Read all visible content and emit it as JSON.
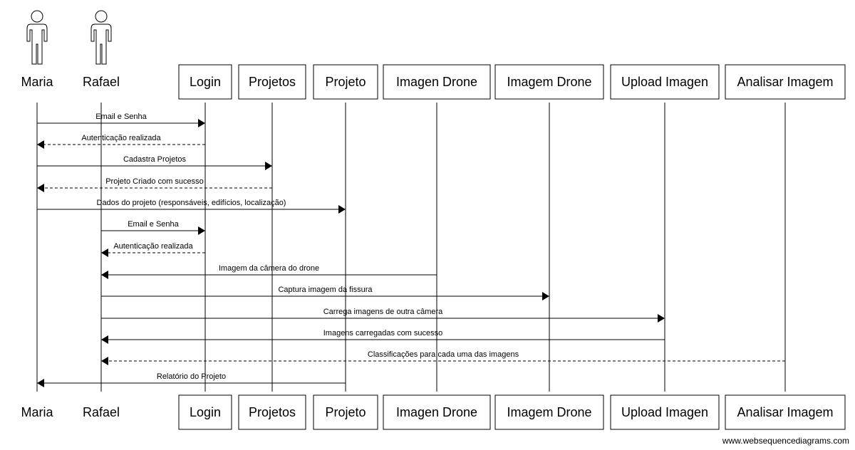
{
  "participants": [
    {
      "id": "maria",
      "label": "Maria",
      "kind": "actor"
    },
    {
      "id": "rafael",
      "label": "Rafael",
      "kind": "actor"
    },
    {
      "id": "login",
      "label": "Login",
      "kind": "box"
    },
    {
      "id": "projetos",
      "label": "Projetos",
      "kind": "box"
    },
    {
      "id": "projeto",
      "label": "Projeto",
      "kind": "box"
    },
    {
      "id": "imagen-drone",
      "label": "Imagen Drone",
      "kind": "box"
    },
    {
      "id": "imagem-drone",
      "label": "Imagem Drone",
      "kind": "box"
    },
    {
      "id": "upload-imagen",
      "label": "Upload Imagen",
      "kind": "box"
    },
    {
      "id": "analisar-imagem",
      "label": "Analisar Imagem",
      "kind": "box"
    }
  ],
  "messages": [
    {
      "from": "maria",
      "to": "login",
      "label": "Email e Senha",
      "style": "solid"
    },
    {
      "from": "login",
      "to": "maria",
      "label": "Autenticação realizada",
      "style": "dashed"
    },
    {
      "from": "maria",
      "to": "projetos",
      "label": "Cadastra Projetos",
      "style": "solid"
    },
    {
      "from": "projetos",
      "to": "maria",
      "label": "Projeto Criado com sucesso",
      "style": "dashed"
    },
    {
      "from": "maria",
      "to": "projeto",
      "label": "Dados do projeto (responsáveis, edifícios, localização)",
      "style": "solid"
    },
    {
      "from": "rafael",
      "to": "login",
      "label": "Email e Senha",
      "style": "solid"
    },
    {
      "from": "login",
      "to": "rafael",
      "label": "Autenticação realizada",
      "style": "dashed"
    },
    {
      "from": "imagen-drone",
      "to": "rafael",
      "label": "Imagem da câmera do drone",
      "style": "solid"
    },
    {
      "from": "rafael",
      "to": "imagem-drone",
      "label": "Captura imagem da fissura",
      "style": "solid"
    },
    {
      "from": "rafael",
      "to": "upload-imagen",
      "label": "Carrega imagens de outra câmera",
      "style": "solid"
    },
    {
      "from": "upload-imagen",
      "to": "rafael",
      "label": "Imagens carregadas com sucesso",
      "style": "solid"
    },
    {
      "from": "analisar-imagem",
      "to": "rafael",
      "label": "Classificações para cada uma das imagens",
      "style": "dashed"
    },
    {
      "from": "projeto",
      "to": "maria",
      "label": "Relatório do Projeto",
      "style": "solid"
    }
  ],
  "footer": "www.websequencediagrams.com"
}
